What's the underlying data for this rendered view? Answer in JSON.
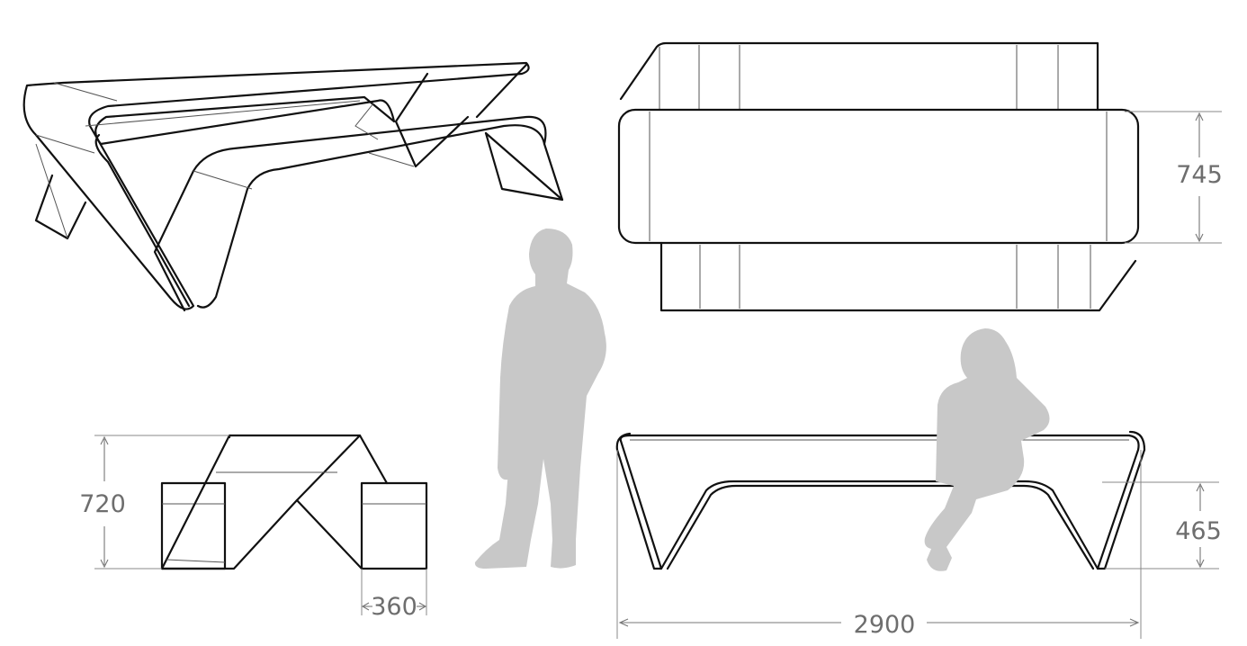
{
  "dimensions": {
    "top_view_depth": "745",
    "end_view_height": "720",
    "end_view_bench_depth": "360",
    "side_view_seat_height": "465",
    "side_view_length": "2900"
  },
  "colors": {
    "outline": "#111111",
    "silhouette": "#c8c8c8",
    "dimension": "#6e6e6e"
  }
}
